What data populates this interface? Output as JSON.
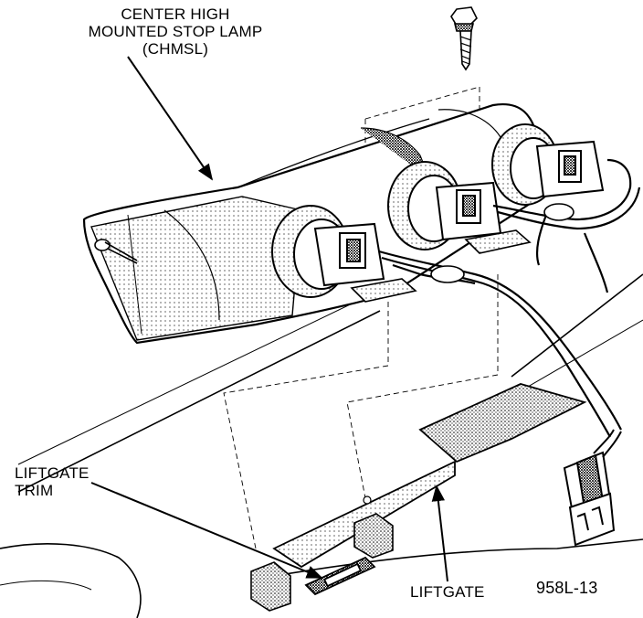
{
  "labels": {
    "chmsl_line1": "CENTER HIGH",
    "chmsl_line2": "MOUNTED STOP LAMP",
    "chmsl_line3": "(CHMSL)",
    "trim_line1": "LIFTGATE",
    "trim_line2": "TRIM",
    "liftgate": "LIFTGATE",
    "figure_id": "958L-13"
  }
}
